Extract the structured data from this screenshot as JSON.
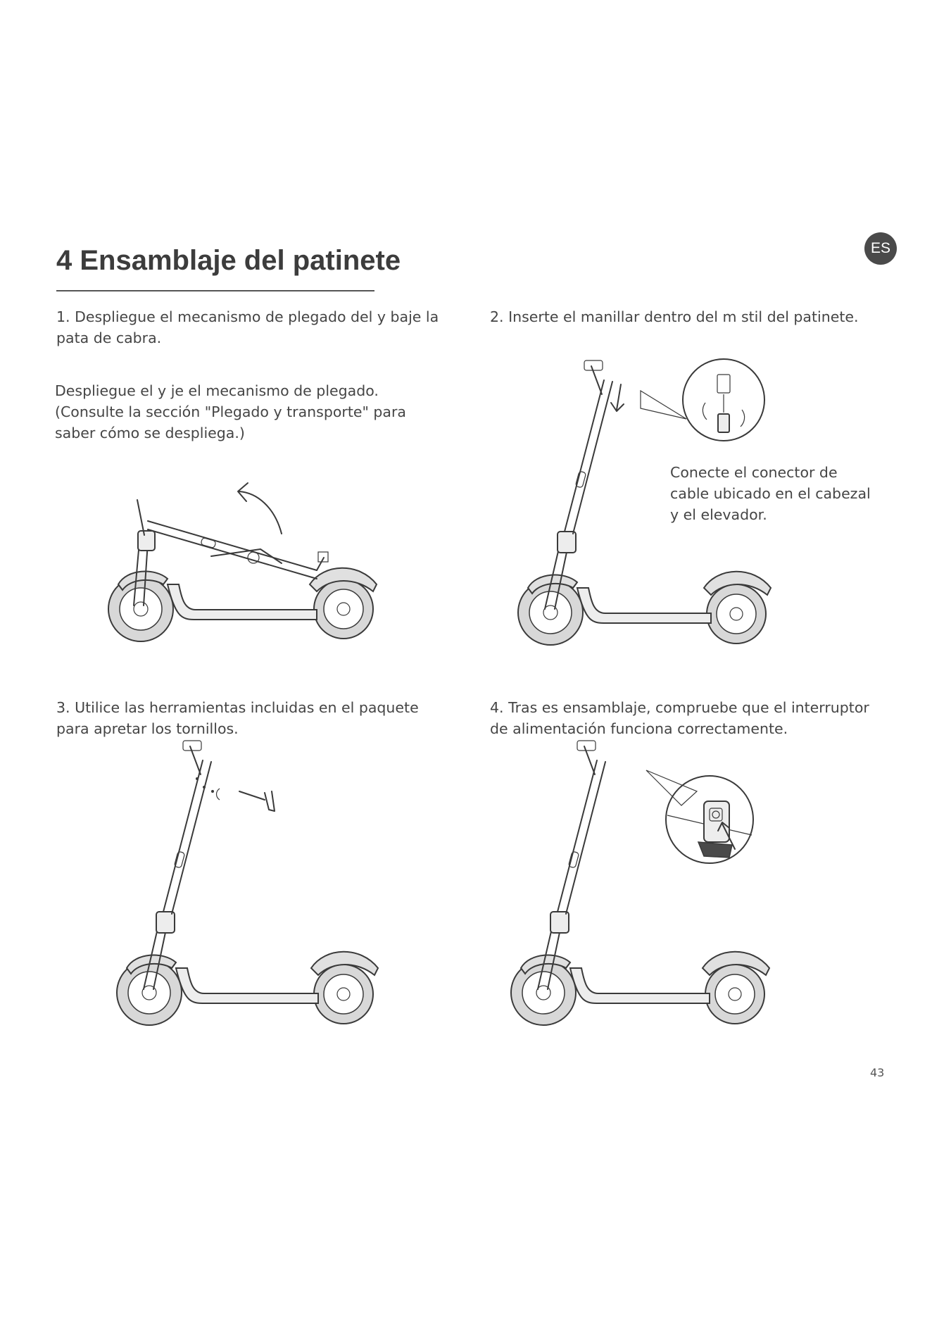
{
  "header": {
    "title": "4 Ensamblaje del patinete",
    "lang_badge": "ES"
  },
  "steps": [
    {
      "text": "1. Despliegue el mecanismo de plegado del y baje la pata de cabra.",
      "line1": "1. Despliegue el mecanismo de plegado del y baje la",
      "line2": "pata de cabra."
    },
    {
      "text": "2. Inserte el manillar dentro del m  stil del patinete."
    },
    {
      "line1": "3. Utilice las herramientas incluidas en el paquete",
      "line2": "para apretar los tornillos."
    },
    {
      "line1": "4. Tras es ensamblaje, compruebe que el interruptor",
      "line2": "de alimentación funciona correctamente."
    }
  ],
  "note1": {
    "line1": "Despliegue el y   je el mecanismo de plegado.",
    "line2": "(Consulte la sección \"Plegado y transporte\" para",
    "line3": "saber cómo se despliega.)"
  },
  "note2": {
    "line1": "Conecte el conector de",
    "line2": "cable ubicado en el cabezal",
    "line3": "y el elevador."
  },
  "footer": {
    "page_number": "43"
  }
}
